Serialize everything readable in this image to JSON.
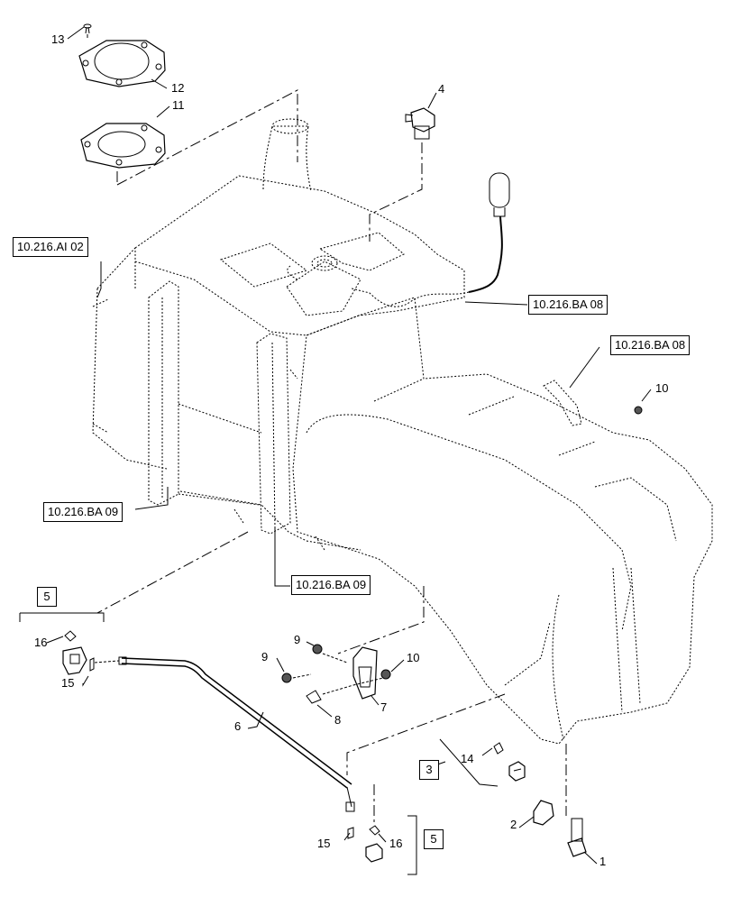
{
  "references": {
    "ai02": "10.216.AI 02",
    "ba08_top": "10.216.BA 08",
    "ba08_right": "10.216.BA 08",
    "ba09_left": "10.216.BA 09",
    "ba09_bottom": "10.216.BA 09"
  },
  "group_boxes": {
    "g5_left": "5",
    "g3": "3",
    "g5_bottom": "5"
  },
  "callouts": {
    "c1": "1",
    "c2": "2",
    "c4": "4",
    "c6": "6",
    "c7": "7",
    "c8": "8",
    "c9a": "9",
    "c9b": "9",
    "c10a": "10",
    "c10b": "10",
    "c11": "11",
    "c12": "12",
    "c13": "13",
    "c14": "14",
    "c15a": "15",
    "c15b": "15",
    "c16a": "16",
    "c16b": "16"
  }
}
